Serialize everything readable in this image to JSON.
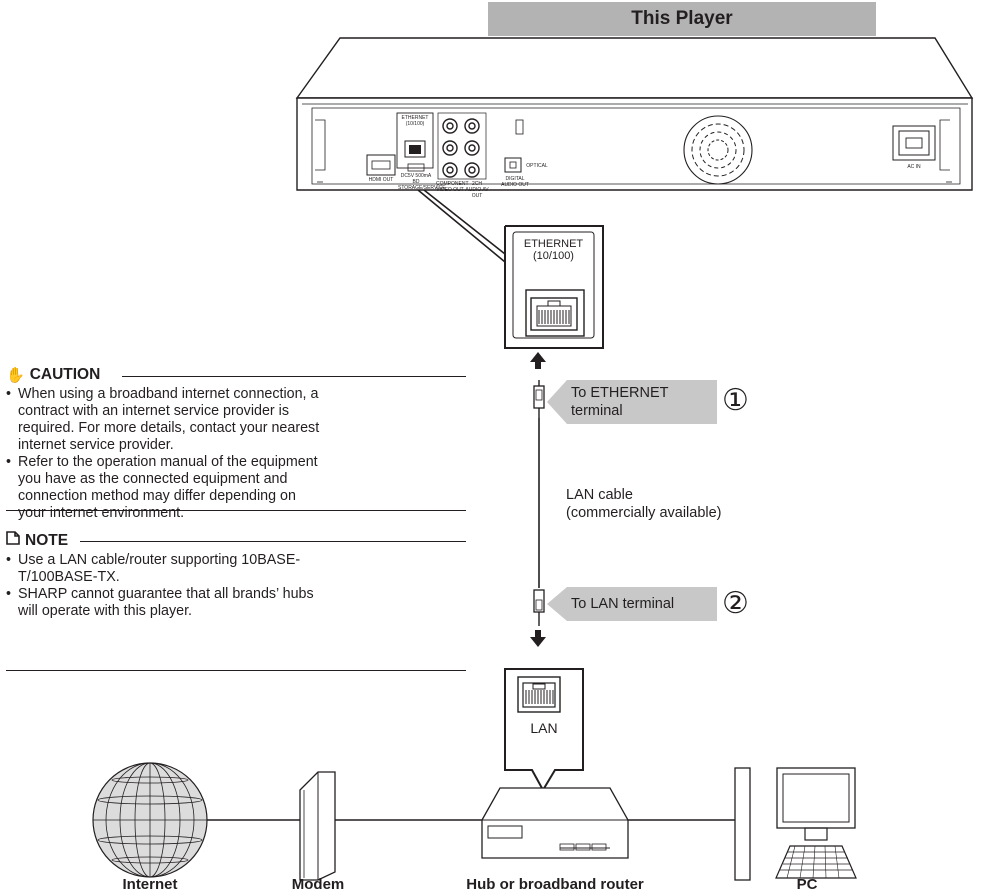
{
  "player": {
    "title": "This Player"
  },
  "rear_panel": {
    "ethernet_label": "ETHERNET\n(10/100)",
    "hdmi_label": "HDMI OUT",
    "ac_label": "AC IN",
    "optical_label": "OPTICAL",
    "digital_audio_label": "DIGITAL AUDIO OUT",
    "component_label": "COMPONENT VIDEO OUT",
    "audio_label": "2CH AUDIO AV OUT",
    "usb_label": "DC5V 500mA BD STORAGE/SERVICE"
  },
  "zoom": {
    "ethernet_line1": "ETHERNET",
    "ethernet_line2": "(10/100)"
  },
  "steps": [
    {
      "number": "①",
      "callout_line1": "To ETHERNET",
      "callout_line2": "terminal"
    },
    {
      "number": "②",
      "callout": "To LAN terminal"
    }
  ],
  "cable": {
    "line1": "LAN cable",
    "line2": "(commercially available)"
  },
  "router_port": {
    "label": "LAN"
  },
  "devices": {
    "internet": "Internet",
    "modem": "Modem",
    "router": "Hub or broadband router",
    "pc": "PC"
  },
  "caution": {
    "heading": "CAUTION",
    "items": [
      "When using a broadband internet connection, a contract with an internet service provider is required. For more details, contact your nearest internet service provider.",
      "Refer to the operation manual of the equipment you have as the connected equipment and connection method may differ depending on your internet environment."
    ]
  },
  "note": {
    "heading": "NOTE",
    "items": [
      "Use a LAN cable/router supporting 10BASE-T/100BASE-TX.",
      "SHARP cannot guarantee that all brands’ hubs will operate with this player."
    ]
  },
  "colors": {
    "callout_bg": "#c8c8c8",
    "header_bg": "#b3b3b3",
    "line": "#231f20"
  }
}
